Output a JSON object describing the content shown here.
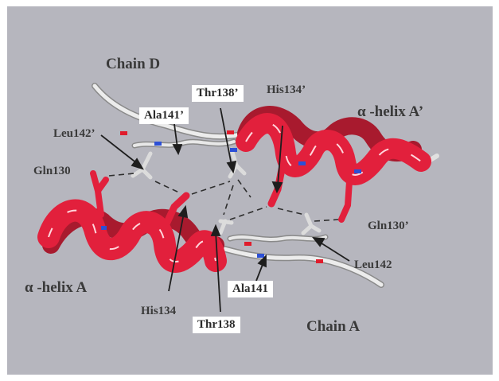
{
  "labels": {
    "chain_d": "Chain D",
    "chain_a": "Chain A",
    "helix_a_prime": "α -helix A’",
    "helix_a": "α -helix A",
    "thr138_prime": "Thr138’",
    "ala141_prime": "Ala141’",
    "his134_prime": "His134’",
    "leu142_prime": "Leu142’",
    "gln130": "Gln130",
    "gln130_prime": "Gln130’",
    "leu142": "Leu142",
    "ala141": "Ala141",
    "his134": "His134",
    "thr138": "Thr138"
  },
  "colors": {
    "background": "#b6b6be",
    "helix": "#e2203c",
    "helix_dark": "#a81a2e",
    "backbone": "#e6e6e6",
    "nitrogen": "#2c4fd6",
    "oxygen": "#e01c2c",
    "label_text": "#3a3a3a",
    "label_box": "#ffffff"
  }
}
